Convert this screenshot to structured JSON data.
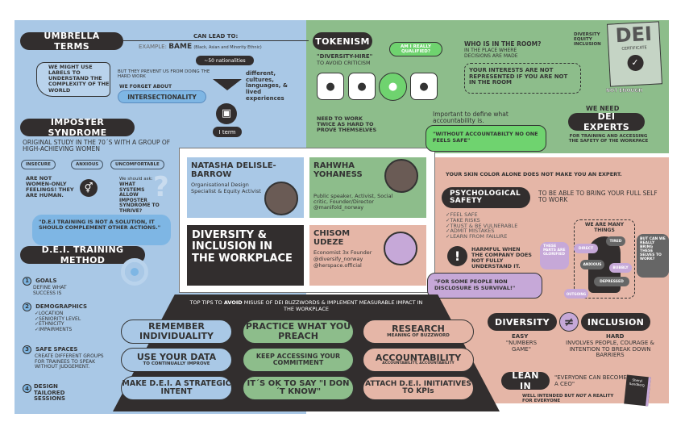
{
  "umbrella": {
    "title": "UMBRELLA TERMS",
    "can_lead_to": "CAN LEAD TO:",
    "example_prefix": "EXAMPLE:",
    "example_term": "BAME",
    "example_expansion": "(Black, Asian and Minority Ethnic)",
    "nationalities": "~50 nationalities",
    "tag_text": "WE MIGHT USE LABELS TO UNDERSTAND THE COMPLEXITY OF THE WORLD",
    "prevent": "BUT THEY PREVENT US FROM DOING THE HARD WORK",
    "forget": "WE FORGET ABOUT",
    "intersectionality": "INTERSECTIONALITY",
    "different": "different, cultures, languages, & lived experiences",
    "one_term": "I term"
  },
  "imposter": {
    "title": "IMPOSTER SYNDROME",
    "study": "ORIGINAL STUDY IN THE 70´s WITH A GROUP OF HIGH-ACHIEVING WOMEN",
    "feelings": [
      "INSECURE",
      "ANXIOUS",
      "UNCOMFORTABLE"
    ],
    "not_women_only": "ARE NOT WOMEN-ONLY FEELINGS! THEY ARE HUMAN.",
    "ask_intro": "We should ask:",
    "ask": "WHAT SYSTEMS ALLOW IMPOSTER SYNDROME TO THRIVE?",
    "quote": "\"D.E.I TRAINING IS NOT A SOLUTION, IT SHOULD COMPLEMENT OTHER ACTIONS.\""
  },
  "training": {
    "title": "D.E.I. TRAINING METHOD",
    "steps": [
      {
        "num": "1",
        "title": "GOALS",
        "desc": "DEFINE WHAT SUCCESS IS"
      },
      {
        "num": "2",
        "title": "DEMOGRAPHICS",
        "desc": "✓LOCATION ✓SENIORITY LEVEL ✓ETHNICITY ✓IMPAIRMENTS"
      },
      {
        "num": "3",
        "title": "SAFE SPACES",
        "desc": "CREATE DIFFERENT GROUPS FOR TRAINEES TO SPEAK WITHOUT JUDGEMENT."
      },
      {
        "num": "4",
        "title": "DESIGN TAILORED SESSIONS",
        "desc": ""
      }
    ]
  },
  "tokenism": {
    "title": "TOKENISM",
    "diversity_hire": "\"DIVERSITY-HIRE\"",
    "avoid": "TO AVOID CRITICISM",
    "qualified": "AM I REALLY QUALIFIED?",
    "work_twice": "NEED TO WORK TWICE AS HARD TO PROVE THEMSELVES",
    "who_room": "WHO IS IN THE ROOM?",
    "place": "IN THE PLACE WHERE DECISIONS ARE MADE",
    "interests": "YOUR INTERESTS ARE NOT REPRESENTED IF YOU ARE NOT IN THE ROOM",
    "important": "Important to define what accountability is.",
    "accountability_quote": "\"WITHOUT ACCOUNTABILTY NO ONE FEELS SAFE\""
  },
  "certificate": {
    "labels": "DIVERSITY EQUITY INCLUSION",
    "dei": "DEI",
    "certificate": "CERTIFICATE",
    "not_enough": "NOT ENOUGH"
  },
  "experts": {
    "we_need": "WE NEED",
    "title": "DEI EXPERTS",
    "desc": "FOR TRAINING AND ACCESSING THE SAFETY OF THE WORKPACE",
    "skin": "YOUR SKIN COLOR ALONE DOES NOT MAKE YOU AN EXPERT."
  },
  "speakers": [
    {
      "name": "NATASHA DELISLE-BARROW",
      "bio": "Organisational Design Specialist & Equity Activist"
    },
    {
      "name": "RAHWHA YOHANESS",
      "bio": "Public speaker, Activist, Social critic, Founder/Director @manifold_norway"
    },
    {
      "name": "CHISOM UDEZE",
      "bio": "Economist 3x Founder @diversify_norway @herspace.official"
    }
  ],
  "main_title": "DIVERSITY & INCLUSION IN THE WORKPLACE",
  "psych": {
    "title": "PSYCHOLOGICAL SAFETY",
    "desc": "TO BE ABLE TO BRING YOUR FULL SELF TO WORK",
    "checks": [
      "✓FEEL SAFE",
      "✓TAKE RISKS",
      "✓TRUST & BE VULNERABLE",
      "✓ADMIT MISTAKES",
      "✓LEARN FROM FAILURE"
    ],
    "harmful": "HARMFUL WHEN THE COMPANY DOES NOT FULLY UNDERSTAND IT.",
    "quote": "\"FOR SOME PEOPLE NON DISCLOSURE IS SURVIVAL!\"",
    "many": "WE ARE MANY THINGS",
    "glorified": "THESE PARTS ARE GLORIFIED",
    "traits": [
      "DIRECT",
      "TIRED",
      "ANXIOUS",
      "BUBBLY",
      "DEPRESSED",
      "OUTGOING"
    ],
    "question": "BUT CAN WE REALLY BRING THESE SELVES TO WORK?"
  },
  "tips": {
    "heading_pre": "TOP TIPS TO",
    "heading_avoid": "AVOID",
    "heading_post": "MISUSE OF DEI BUZZWORDS & IMPLEMENT MEASURABLE IMPACT IN THE WORKPLACE",
    "items": [
      {
        "title": "REMEMBER INDIVIDUALITY",
        "sub": ""
      },
      {
        "title": "PRACTICE WHAT YOU PREACH",
        "sub": ""
      },
      {
        "title": "RESEARCH",
        "sub": "MEANING OF BUZZWORD"
      },
      {
        "title": "USE YOUR DATA",
        "sub": "TO CONTINUALLY IMPROVE"
      },
      {
        "title": "KEEP ACCESSING YOUR COMMITMENT",
        "sub": ""
      },
      {
        "title": "ACCOUNTABILITY",
        "sub": "ACCOUNTABILITY, ACCOUNTABILITY"
      },
      {
        "title": "MAKE D.E.I. A STRATEGIC INTENT",
        "sub": ""
      },
      {
        "title": "IT´S OK TO SAY \"I DON´T KNOW\"",
        "sub": ""
      },
      {
        "title": "ATTACH D.E.I. INITIATIVES TO KPIs",
        "sub": ""
      }
    ]
  },
  "div_inc": {
    "diversity": "DIVERSITY",
    "inclusion": "INCLUSION",
    "not_equal": "≠",
    "easy": "EASY",
    "numbers": "\"NUMBERS GAME\"",
    "hard": "HARD",
    "involves": "INVOLVES PEOPLE, COURAGE & INTENTION TO BREAK DOWN BARRIERS"
  },
  "lean_in": {
    "title": "LEAN IN",
    "quote": "\"EVERYONE CAN BECOME A CEO\"",
    "note_pre": "WELL INTENDED BUT",
    "note_not": "NOT",
    "note_post": "A REALITY FOR EVERYONE",
    "book": "Sheryl Sandberg"
  }
}
